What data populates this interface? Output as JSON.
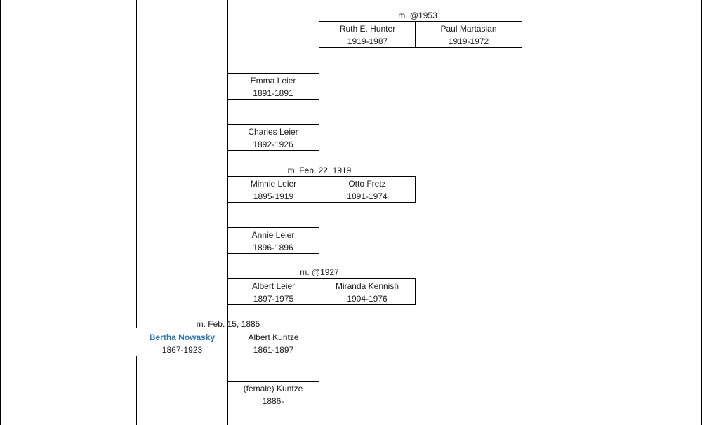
{
  "people": {
    "ruth": {
      "name": "Ruth E. Hunter",
      "years": "1919-1987"
    },
    "paul": {
      "name": "Paul Martasian",
      "years": "1919-1972"
    },
    "emma": {
      "name": "Emma Leier",
      "years": "1891-1891"
    },
    "charles": {
      "name": "Charles Leier",
      "years": "1892-1926"
    },
    "minnie": {
      "name": "Minnie Leier",
      "years": "1895-1919"
    },
    "otto": {
      "name": "Otto Fretz",
      "years": "1891-1974"
    },
    "annie": {
      "name": "Annie Leier",
      "years": "1896-1896"
    },
    "albertl": {
      "name": "Albert Leier",
      "years": "1897-1975"
    },
    "miranda": {
      "name": "Miranda Kennish",
      "years": "1904-1976"
    },
    "bertha": {
      "name": "Bertha Nowasky",
      "years": "1867-1923"
    },
    "albertk": {
      "name": "Albert Kuntze",
      "years": "1861-1897"
    },
    "female": {
      "name": "(female) Kuntze",
      "years": "1886-"
    }
  },
  "marriages": {
    "ruth_paul": "m. @1953",
    "minnie_otto": "m. Feb. 22, 1919",
    "albert_miranda": "m. @1927",
    "bertha_albert": "m. Feb. 15, 1885"
  },
  "colors": {
    "highlight": "#2e75b6",
    "line": "#000000"
  }
}
